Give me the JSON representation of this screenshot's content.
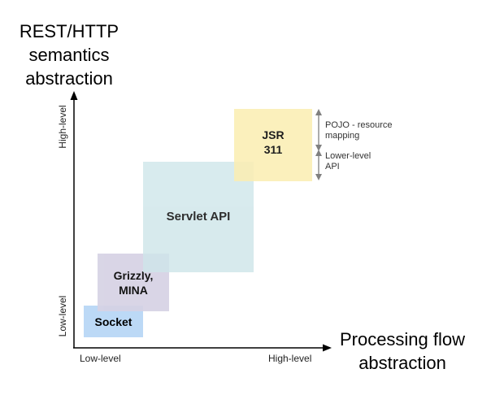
{
  "axes": {
    "y_title_lines": [
      "REST/HTTP",
      "semantics",
      "abstraction"
    ],
    "x_title_lines": [
      "Processing flow",
      "abstraction"
    ],
    "y_low_label": "Low-level",
    "y_high_label": "High-level",
    "x_low_label": "Low-level",
    "x_high_label": "High-level"
  },
  "boxes": {
    "socket": "Socket",
    "grizzly_lines": [
      "Grizzly,",
      "MINA"
    ],
    "servlet": "Servlet API",
    "jsr_lines": [
      "JSR",
      "311"
    ]
  },
  "annotations": {
    "pojo_lines": [
      "POJO - resource",
      "mapping"
    ],
    "lower_lines": [
      "Lower-level",
      "API"
    ]
  },
  "colors": {
    "socket": "#bcd9f6",
    "grizzly": "#d6d2e4",
    "servlet": "#cfe6ea",
    "jsr": "#fbeeb3",
    "axis": "#000000",
    "bracket": "#808080"
  }
}
